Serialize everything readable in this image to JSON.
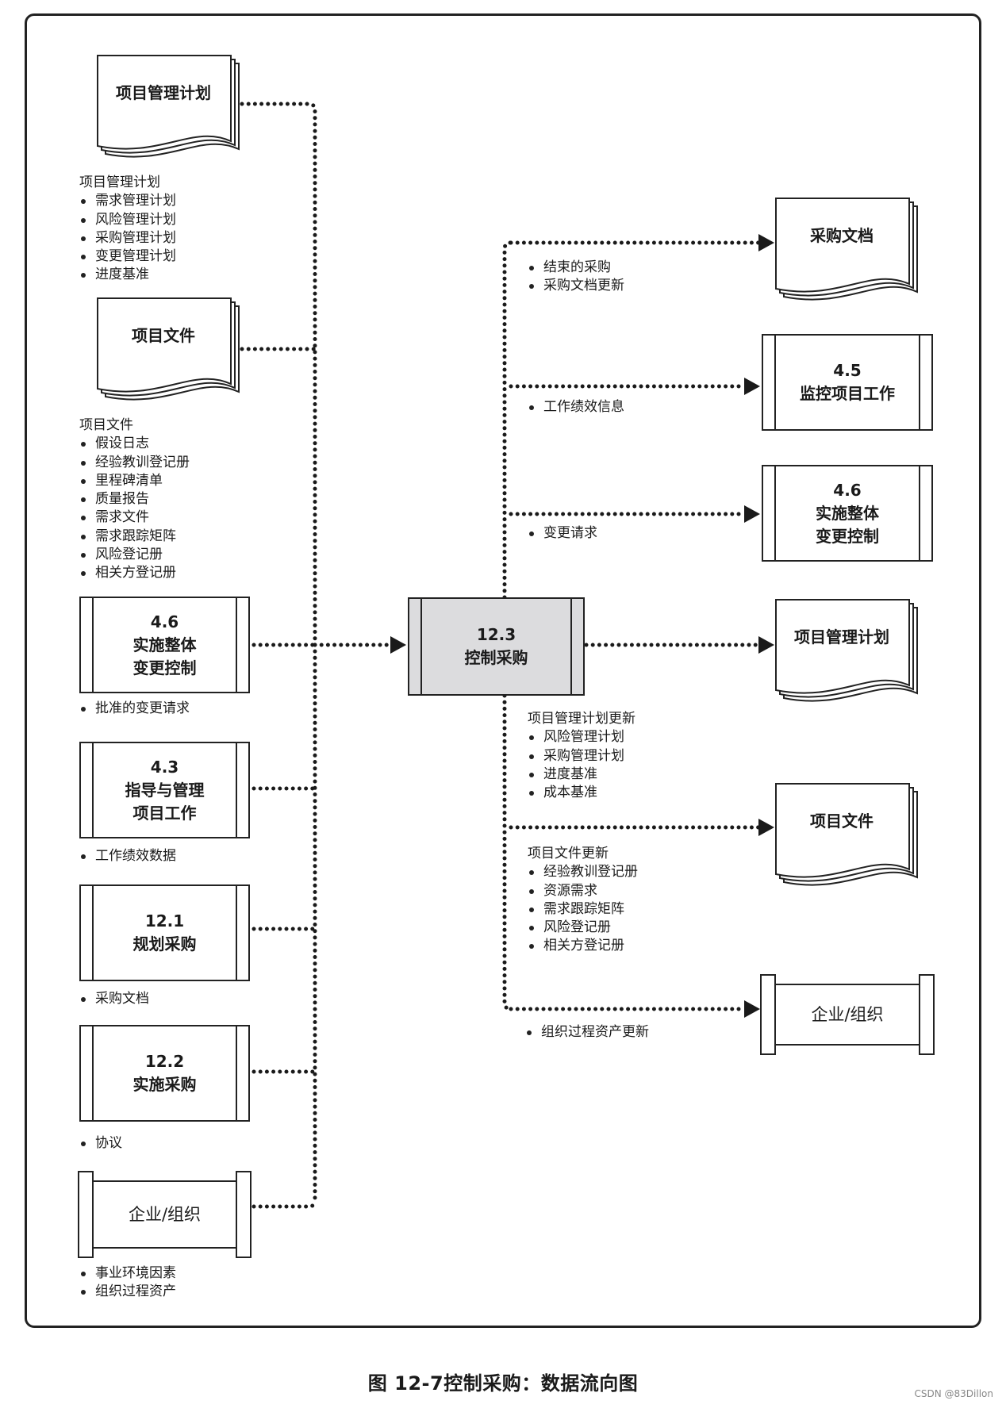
{
  "caption": "图 12-7控制采购：数据流向图",
  "watermark": "CSDN @83Dillon",
  "center": {
    "id": "12.3",
    "name": "控制采购"
  },
  "inputs": [
    {
      "kind": "doc",
      "title": "项目管理计划",
      "list_head": "项目管理计划",
      "items": [
        "需求管理计划",
        "风险管理计划",
        "采购管理计划",
        "变更管理计划",
        "进度基准"
      ]
    },
    {
      "kind": "doc",
      "title": "项目文件",
      "list_head": "项目文件",
      "items": [
        "假设日志",
        "经验教训登记册",
        "里程碑清单",
        "质量报告",
        "需求文件",
        "需求跟踪矩阵",
        "风险登记册",
        "相关方登记册"
      ]
    },
    {
      "kind": "process",
      "id": "4.6",
      "title_lines": [
        "实施整体",
        "变更控制"
      ],
      "items": [
        "批准的变更请求"
      ]
    },
    {
      "kind": "process",
      "id": "4.3",
      "title_lines": [
        "指导与管理",
        "项目工作"
      ],
      "items": [
        "工作绩效数据"
      ]
    },
    {
      "kind": "process",
      "id": "12.1",
      "title_lines": [
        "规划采购"
      ],
      "items": [
        "采购文档"
      ]
    },
    {
      "kind": "process",
      "id": "12.2",
      "title_lines": [
        "实施采购"
      ],
      "items": [
        "协议"
      ]
    },
    {
      "kind": "entity",
      "title": "企业/组织",
      "items": [
        "事业环境因素",
        "组织过程资产"
      ]
    }
  ],
  "outputs": [
    {
      "kind": "doc",
      "title": "采购文档",
      "items": [
        "结束的采购",
        "采购文档更新"
      ]
    },
    {
      "kind": "process",
      "id": "4.5",
      "title_lines": [
        "监控项目工作"
      ],
      "items": [
        "工作绩效信息"
      ]
    },
    {
      "kind": "process",
      "id": "4.6",
      "title_lines": [
        "实施整体",
        "变更控制"
      ],
      "items": [
        "变更请求"
      ]
    },
    {
      "kind": "doc",
      "title": "项目管理计划",
      "list_head": "项目管理计划更新",
      "items": [
        "风险管理计划",
        "采购管理计划",
        "进度基准",
        "成本基准"
      ]
    },
    {
      "kind": "doc",
      "title": "项目文件",
      "list_head": "项目文件更新",
      "items": [
        "经验教训登记册",
        "资源需求",
        "需求跟踪矩阵",
        "风险登记册",
        "相关方登记册"
      ]
    },
    {
      "kind": "entity",
      "title": "企业/组织",
      "items": [
        "组织过程资产更新"
      ]
    }
  ]
}
